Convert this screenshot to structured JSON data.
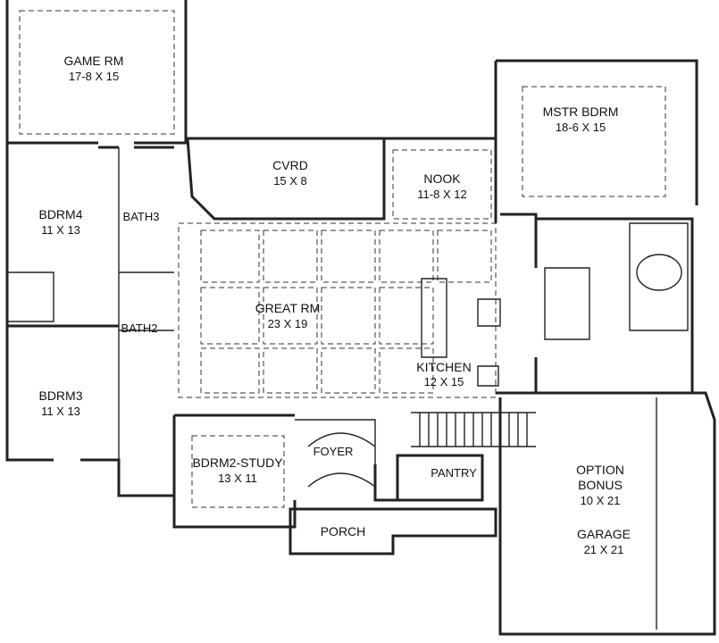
{
  "rooms": {
    "game_rm": {
      "name": "GAME RM",
      "size": "17-8 X 15"
    },
    "mstr_bdrm": {
      "name": "MSTR BDRM",
      "size": "18-6 X 15"
    },
    "cvrd": {
      "name": "CVRD",
      "size": "15 X 8"
    },
    "nook": {
      "name": "NOOK",
      "size": "11-8 X 12"
    },
    "bdrm4": {
      "name": "BDRM4",
      "size": "11 X 13"
    },
    "bath3": {
      "name": "BATH3"
    },
    "great_rm": {
      "name": "GREAT RM",
      "size": "23 X 19"
    },
    "bath2": {
      "name": "BATH2"
    },
    "kitchen": {
      "name": "KITCHEN",
      "size": "12 X 15"
    },
    "bdrm3": {
      "name": "BDRM3",
      "size": "11 X 13"
    },
    "bdrm2_study": {
      "name": "BDRM2-STUDY",
      "size": "13 X 11"
    },
    "foyer": {
      "name": "FOYER"
    },
    "pantry": {
      "name": "PANTRY"
    },
    "option_bonus": {
      "name": "OPTION",
      "name2": "BONUS",
      "size": "10 X 21"
    },
    "garage": {
      "name": "GARAGE",
      "size": "21 X 21"
    },
    "porch": {
      "name": "PORCH"
    }
  }
}
